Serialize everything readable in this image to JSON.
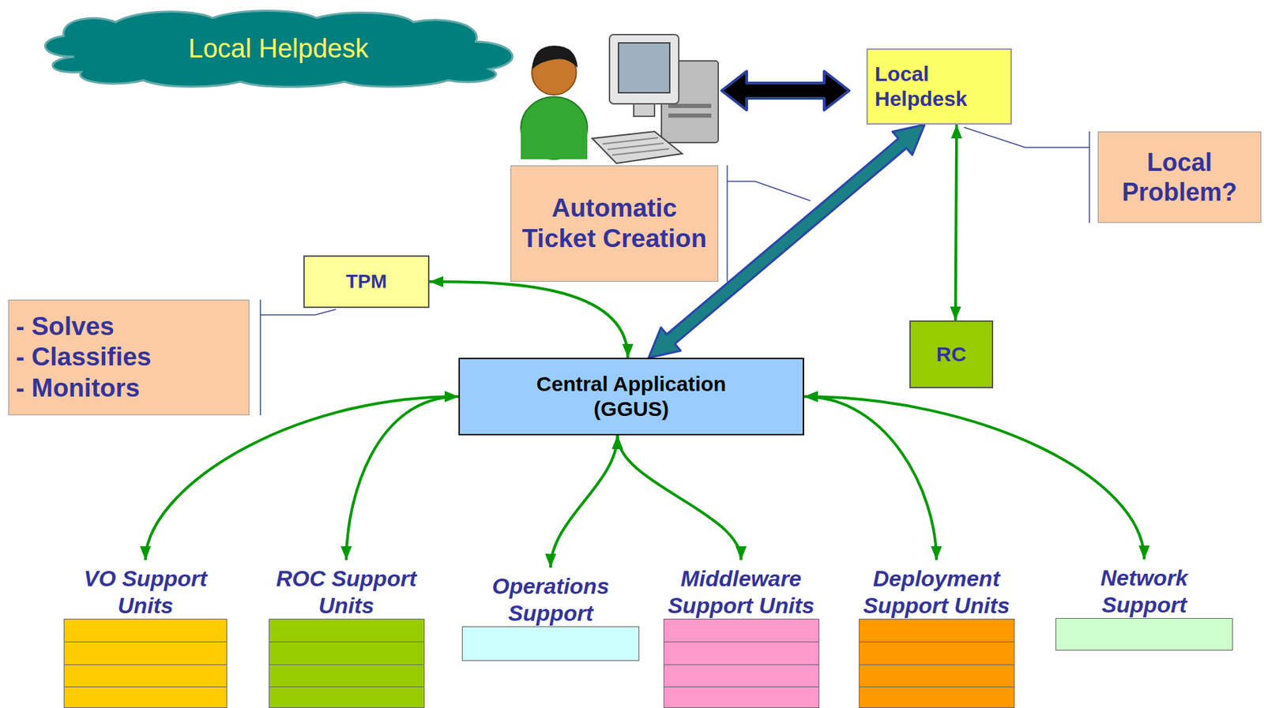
{
  "diagram": {
    "nodes": [
      {
        "text": [
          "Local Helpdesk"
        ]
      },
      {
        "text": [
          "Local Helpdesk"
        ]
      },
      {
        "text": [
          "Local Problem?"
        ]
      },
      {
        "text": [
          "Automatic Ticket Creation"
        ]
      },
      {
        "text": [
          "TPM"
        ]
      },
      {
        "text": [
          "- Solves",
          "- Classifies",
          "- Monitors"
        ]
      },
      {
        "text": [
          "RC"
        ]
      },
      {
        "text": [
          "Central Application (GGUS)"
        ]
      },
      {
        "text": [
          "VO Support Units"
        ]
      },
      {
        "text": [
          "ROC Support Units"
        ]
      },
      {
        "text": [
          "Operations Support"
        ]
      },
      {
        "text": [
          "Middleware Support Units"
        ]
      },
      {
        "text": [
          "Deployment Support Units"
        ]
      },
      {
        "text": [
          "Network Support"
        ]
      }
    ],
    "edges": [
      {
        "from": 1,
        "to": 7,
        "arrow": "both"
      },
      {
        "from": 1,
        "to": 6,
        "arrow": "both"
      },
      {
        "from": 4,
        "to": 7,
        "arrow": "both"
      },
      {
        "from": 7,
        "to": 8,
        "arrow": "both"
      },
      {
        "from": 7,
        "to": 9,
        "arrow": "both"
      },
      {
        "from": 7,
        "to": 10,
        "arrow": "both"
      },
      {
        "from": 7,
        "to": 11,
        "arrow": "both"
      },
      {
        "from": 7,
        "to": 12,
        "arrow": "both"
      },
      {
        "from": 7,
        "to": 13,
        "arrow": "both"
      }
    ]
  }
}
